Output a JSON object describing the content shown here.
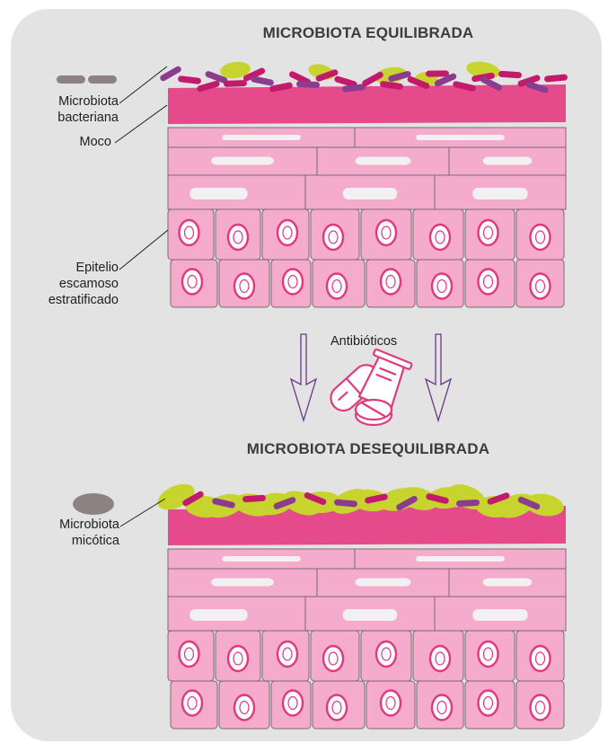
{
  "panel_top": {
    "title": "MICROBIOTA EQUILIBRADA",
    "labels": {
      "bacterial_microbiota": [
        "Microbiota",
        "bacteriana"
      ],
      "mucus": "Moco",
      "epithelium": [
        "Epitelio",
        "escamoso",
        "estratificado"
      ]
    }
  },
  "transition": {
    "label": "Antibióticos"
  },
  "panel_bottom": {
    "title": "MICROBIOTA DESEQUILIBRADA",
    "labels": {
      "fungal_microbiota": [
        "Microbiota",
        "micótica"
      ]
    }
  },
  "colors": {
    "background": "#e3e3e3",
    "mucus": "#e54b8b",
    "epithelium_cell": "#f4abcc",
    "cell_outline": "#7a6a70",
    "nucleus_outer": "#e0397f",
    "bacteria_magenta": "#c21b6b",
    "bacteria_purple": "#8a3d8e",
    "yeast": "#c8d42e",
    "arrow_purple": "#6b3a8a",
    "legend_gray": "#8c8283"
  }
}
